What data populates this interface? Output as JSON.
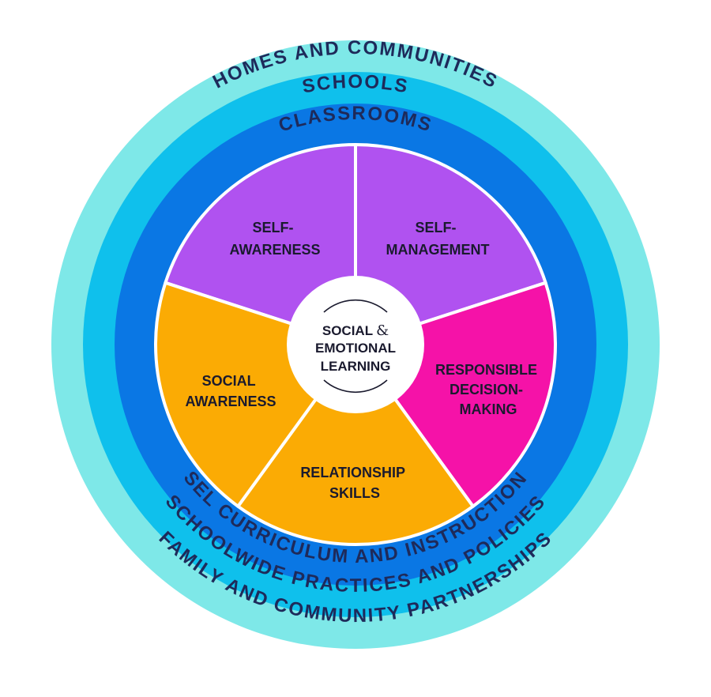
{
  "colors": {
    "outer_ring": "#7ee8e8",
    "middle_ring": "#0fc0ec",
    "inner_ring": "#0a77e4",
    "ring_text": "#1e2a5a",
    "self_awareness": "#b052f0",
    "self_management": "#b052f0",
    "responsible_decision_making": "#f512a8",
    "relationship_skills": "#fbab04",
    "social_awareness": "#fbab04",
    "center": "#ffffff",
    "text_dark": "#1a1a2e"
  },
  "rings": {
    "outer": {
      "top_label": "HOMES AND COMMUNITIES",
      "bottom_label": "FAMILY AND COMMUNITY PARTNERSHIPS"
    },
    "middle": {
      "top_label": "SCHOOLS",
      "bottom_label": "SCHOOLWIDE PRACTICES AND POLICIES"
    },
    "inner": {
      "top_label": "CLASSROOMS",
      "bottom_label": "SEL CURRICULUM AND INSTRUCTION"
    }
  },
  "segments": {
    "self_awareness": {
      "line1": "SELF-",
      "line2": "AWARENESS"
    },
    "self_management": {
      "line1": "SELF-",
      "line2": "MANAGEMENT"
    },
    "responsible_decision_making": {
      "line1": "RESPONSIBLE",
      "line2": "DECISION-",
      "line3": "MAKING"
    },
    "relationship_skills": {
      "line1": "RELATIONSHIP",
      "line2": "SKILLS"
    },
    "social_awareness": {
      "line1": "SOCIAL",
      "line2": "AWARENESS"
    }
  },
  "center": {
    "line1": "SOCIAL",
    "amp": "&",
    "line2": "EMOTIONAL",
    "line3": "LEARNING"
  }
}
